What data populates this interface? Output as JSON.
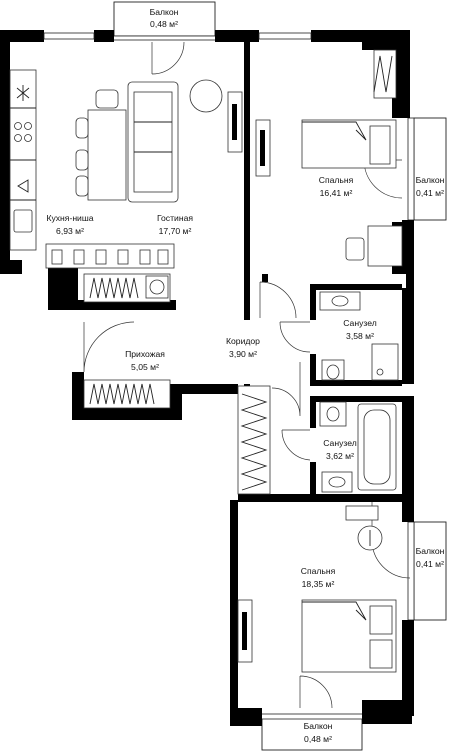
{
  "rooms": {
    "kitchen": {
      "name": "Кухня-ниша",
      "area": "6,93 м²"
    },
    "living": {
      "name": "Гостиная",
      "area": "17,70 м²"
    },
    "bedroom1": {
      "name": "Спальня",
      "area": "16,41 м²"
    },
    "hall": {
      "name": "Прихожая",
      "area": "5,05 м²"
    },
    "corridor": {
      "name": "Коридор",
      "area": "3,90 м²"
    },
    "bath1": {
      "name": "Санузел",
      "area": "3,58 м²"
    },
    "bath2": {
      "name": "Санузел",
      "area": "3,62 м²"
    },
    "bedroom2": {
      "name": "Спальня",
      "area": "18,35 м²"
    },
    "balcony_top": {
      "name": "Балкон",
      "area": "0,48 м²"
    },
    "balcony_right1": {
      "name": "Балкон",
      "area": "0,41 м²"
    },
    "balcony_right2": {
      "name": "Балкон",
      "area": "0,41 м²"
    },
    "balcony_bottom": {
      "name": "Балкон",
      "area": "0,48 м²"
    }
  },
  "colors": {
    "wall": "#000000",
    "line": "#222222",
    "background": "#ffffff"
  }
}
